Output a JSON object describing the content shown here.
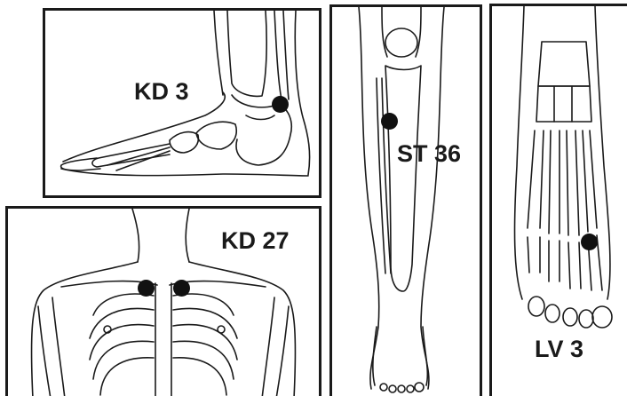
{
  "panels": {
    "foot_side": {
      "label": "KD 3"
    },
    "chest": {
      "label": "KD 27"
    },
    "leg": {
      "label": "ST 36"
    },
    "foot_top": {
      "label": "LV 3"
    }
  },
  "colors": {
    "ink": "#1a1a1a",
    "point": "#111111",
    "background": "#ffffff"
  }
}
